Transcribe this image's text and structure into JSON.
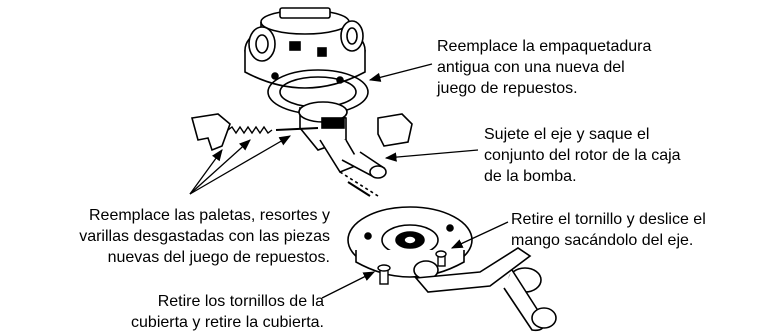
{
  "callouts": {
    "gasket": {
      "lines": [
        "Reemplace la empaquetadura",
        "antigua con una nueva del",
        "juego de repuestos."
      ]
    },
    "rotor": {
      "lines": [
        "Sujete el eje y saque el",
        "conjunto del rotor de la caja",
        "de la bomba."
      ]
    },
    "vanes": {
      "lines": [
        "Reemplace las paletas, resortes y",
        "varillas desgastadas con las piezas",
        "nuevas del juego de repuestos."
      ]
    },
    "handle": {
      "lines": [
        "Retire el tornillo y deslice el",
        "mango sacándolo del eje."
      ]
    },
    "cover": {
      "lines": [
        "Retire los tornillos de la",
        "cubierta y retire la cubierta."
      ]
    }
  }
}
